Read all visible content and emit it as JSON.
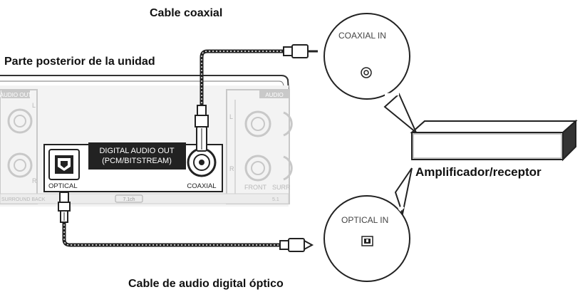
{
  "labels": {
    "coaxial_cable": "Cable coaxial",
    "rear_panel": "Parte posterior de la unidad",
    "amplifier": "Amplificador/receptor",
    "optical_cable": "Cable de audio digital óptico"
  },
  "callouts": {
    "coaxial_in": "COAXIAL IN",
    "optical_in": "OPTICAL IN"
  },
  "panel": {
    "audio_out": "AUDIO OUT",
    "audio": "AUDIO",
    "digital_audio_out_line1": "DIGITAL AUDIO OUT",
    "digital_audio_out_line2": "(PCM/BITSTREAM)",
    "optical": "OPTICAL",
    "coaxial": "COAXIAL",
    "front": "FRONT",
    "surround_back": "SURROUND BACK",
    "surround": "SURR",
    "ch_7_1": "7.1ch",
    "ch_5_1": "5.1",
    "l_left": "L",
    "r_left": "R",
    "l_right": "L",
    "r_right": "R"
  },
  "icons": [
    "coaxial-jack-icon",
    "optical-jack-icon",
    "amplifier-icon",
    "rca-plug-icon",
    "optical-plug-icon"
  ]
}
